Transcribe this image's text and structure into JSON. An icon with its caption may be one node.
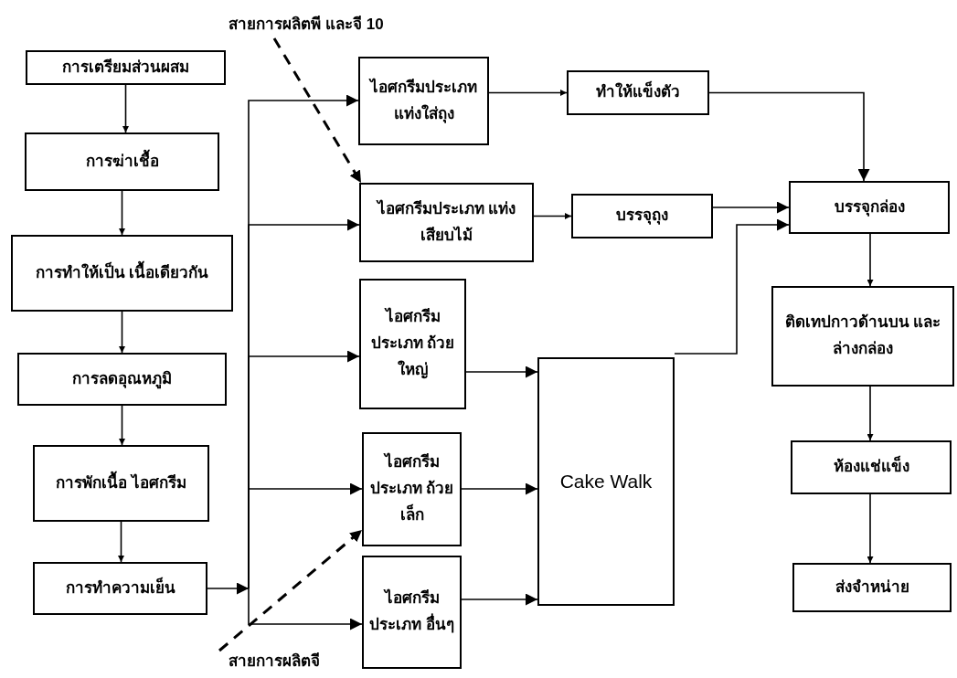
{
  "diagram": {
    "nodes": [
      {
        "text": [
          "การเตรียมส่วนผสม"
        ]
      },
      {
        "text": [
          "การฆ่าเชื้อ"
        ]
      },
      {
        "text": [
          "การทำให้เป็น เนื้อเดียวกัน"
        ]
      },
      {
        "text": [
          "การลดอุณหภูมิ"
        ]
      },
      {
        "text": [
          "การพักเนื้อ ไอศกรีม"
        ]
      },
      {
        "text": [
          "การทำความเย็น"
        ]
      },
      {
        "text": [
          "ไอศกรีมประเภท แท่งใส่ถุง"
        ]
      },
      {
        "text": [
          "ไอศกรีมประเภท แท่งเสียบไม้"
        ]
      },
      {
        "text": [
          "ทำให้แข็งตัว"
        ]
      },
      {
        "text": [
          "บรรจุถุง"
        ]
      },
      {
        "text": [
          "บรรจุกล่อง"
        ]
      },
      {
        "text": [
          "ไอศกรีม ประเภท ถ้วยใหญ่"
        ]
      },
      {
        "text": [
          "ไอศกรีม ประเภท ถ้วยเล็ก"
        ]
      },
      {
        "text": [
          "ไอศกรีม ประเภท อื่นๆ"
        ]
      },
      {
        "text": [
          "Cake Walk"
        ]
      },
      {
        "text": [
          "ติดเทปกาวด้านบน และล่างกล่อง"
        ]
      },
      {
        "text": [
          "ห้องแช่แข็ง"
        ]
      },
      {
        "text": [
          "ส่งจำหน่าย"
        ]
      },
      {
        "text": [
          "สายการผลิตพี และจี 10"
        ]
      },
      {
        "text": [
          "สายการผลิตจี"
        ]
      }
    ],
    "edges": [
      {
        "from": 0,
        "to": 1,
        "arrow": "to"
      },
      {
        "from": 1,
        "to": 2,
        "arrow": "to"
      },
      {
        "from": 2,
        "to": 3,
        "arrow": "to"
      },
      {
        "from": 3,
        "to": 4,
        "arrow": "to"
      },
      {
        "from": 4,
        "to": 5,
        "arrow": "to"
      },
      {
        "from": 5,
        "to": 6,
        "arrow": "to"
      },
      {
        "from": 5,
        "to": 7,
        "arrow": "to"
      },
      {
        "from": 5,
        "to": 11,
        "arrow": "to"
      },
      {
        "from": 5,
        "to": 12,
        "arrow": "to"
      },
      {
        "from": 5,
        "to": 13,
        "arrow": "to"
      },
      {
        "from": 6,
        "to": 8,
        "arrow": "to"
      },
      {
        "from": 7,
        "to": 9,
        "arrow": "to"
      },
      {
        "from": 8,
        "to": 10,
        "arrow": "to"
      },
      {
        "from": 9,
        "to": 10,
        "arrow": "to"
      },
      {
        "from": 14,
        "to": 10,
        "arrow": "to"
      },
      {
        "from": 11,
        "to": 14,
        "arrow": "to"
      },
      {
        "from": 12,
        "to": 14,
        "arrow": "to"
      },
      {
        "from": 13,
        "to": 14,
        "arrow": "to"
      },
      {
        "from": 10,
        "to": 15,
        "arrow": "to"
      },
      {
        "from": 15,
        "to": 16,
        "arrow": "to"
      },
      {
        "from": 16,
        "to": 17,
        "arrow": "to"
      },
      {
        "from": 18,
        "to": 7,
        "arrow": "to",
        "style": "dashed"
      },
      {
        "from": 19,
        "to": 12,
        "arrow": "to",
        "style": "dashed"
      }
    ]
  }
}
